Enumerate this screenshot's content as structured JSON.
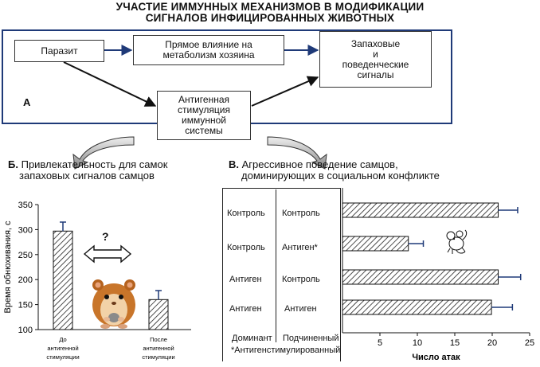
{
  "header": {
    "title_line1": "УЧАСТИЕ ИММУННЫХ МЕХАНИЗМОВ В МОДИФИКАЦИИ",
    "title_line2": "СИГНАЛОВ ИНФИЦИРОВАННЫХ ЖИВОТНЫХ"
  },
  "panel_a": {
    "letter": "А",
    "parasite": "Паразит",
    "direct_line1": "Прямое влияние на",
    "direct_line2": "метаболизм хозяина",
    "signals_line1": "Запаховые",
    "signals_line2": "и",
    "signals_line3": "поведенческие",
    "signals_line4": "сигналы",
    "antigen_line1": "Антигенная",
    "antigen_line2": "стимуляция",
    "antigen_line3": "иммунной",
    "antigen_line4": "системы"
  },
  "panel_b": {
    "letter": "Б.",
    "title_line1": "Привлекательность для самок",
    "title_line2": "запаховых сигналов самцов",
    "question": "?",
    "animal_icon": "hamster-image"
  },
  "panel_c": {
    "letter": "В.",
    "title_line1": "Агрессивное поведение самцов,",
    "title_line2": "доминирующих в социальном конфликте",
    "rows": [
      {
        "dominant": "Контроль",
        "subordinate": "Контроль"
      },
      {
        "dominant": "Контроль",
        "subordinate": "Антиген*"
      },
      {
        "dominant": "Антиген",
        "subordinate": "Контроль"
      },
      {
        "dominant": "Антиген",
        "subordinate": "Антиген"
      }
    ],
    "col_dominant": "Доминант",
    "col_subordinate": "Подчиненный",
    "footnote": "*Антигенстимулированный",
    "animal_icon": "mouse-icon"
  },
  "chart_data": [
    {
      "type": "bar",
      "categories": [
        "До антигенной стимуляции",
        "После антигенной стимуляции"
      ],
      "category_lines": [
        [
          "До",
          "антигенной",
          "стимуляции"
        ],
        [
          "После",
          "антигенной",
          "стимуляции"
        ]
      ],
      "values": [
        297,
        160
      ],
      "errors": [
        18,
        18
      ],
      "ylabel": "Время обнюхивания, с",
      "ylim": [
        100,
        350
      ],
      "yticks": [
        100,
        150,
        200,
        250,
        300,
        350
      ]
    },
    {
      "type": "bar",
      "orientation": "horizontal",
      "categories": [
        "Контроль / Контроль",
        "Контроль / Антиген*",
        "Антиген / Контроль",
        "Антиген / Антиген"
      ],
      "values": [
        20.8,
        8.8,
        20.8,
        19.9
      ],
      "errors": [
        2.6,
        2.0,
        3.0,
        2.8
      ],
      "xlabel": "Число атак",
      "xlim": [
        0,
        25
      ],
      "xticks": [
        5,
        10,
        15,
        20,
        25
      ]
    }
  ]
}
